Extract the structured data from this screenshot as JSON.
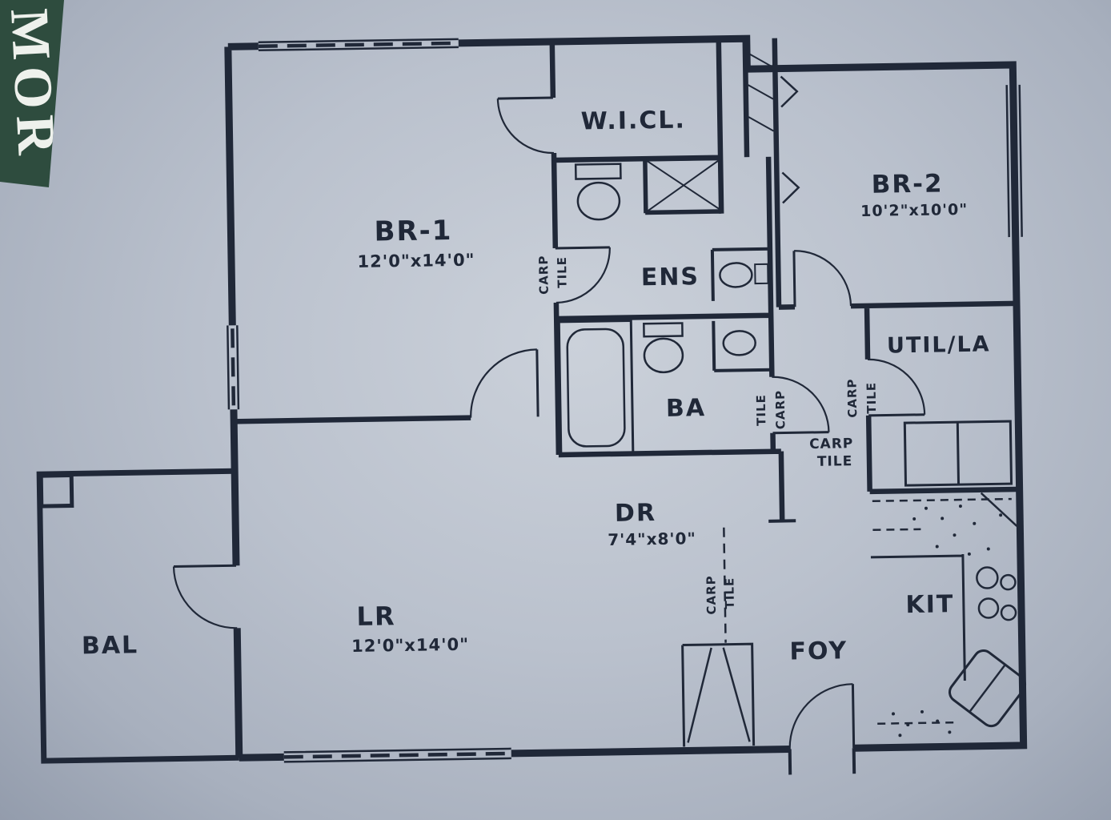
{
  "logo": {
    "text": "MOR"
  },
  "rooms": {
    "wicl": {
      "name": "W.I.CL."
    },
    "br1": {
      "name": "BR-1",
      "dims": "12'0\"x14'0\""
    },
    "br2": {
      "name": "BR-2",
      "dims": "10'2\"x10'0\""
    },
    "ens": {
      "name": "ENS"
    },
    "ba": {
      "name": "BA"
    },
    "util": {
      "name": "UTIL/LA"
    },
    "dr": {
      "name": "DR",
      "dims": "7'4\"x8'0\""
    },
    "lr": {
      "name": "LR",
      "dims": "12'0\"x14'0\""
    },
    "bal": {
      "name": "BAL"
    },
    "kit": {
      "name": "KIT"
    },
    "foy": {
      "name": "FOY"
    }
  },
  "floor_transitions": {
    "br1_ens": {
      "left": "CARP",
      "right": "TILE"
    },
    "ba_hall": {
      "left": "TILE",
      "right": "CARP"
    },
    "hall_util": {
      "left": "CARP",
      "right": "TILE"
    },
    "hall": {
      "top": "CARP",
      "bottom": "TILE"
    },
    "dr_foy": {
      "left": "CARP",
      "right": "TILE"
    }
  },
  "colors": {
    "ink": "#202838",
    "paper": "#b9c0cc",
    "logo_green": "#2e4c3e"
  }
}
